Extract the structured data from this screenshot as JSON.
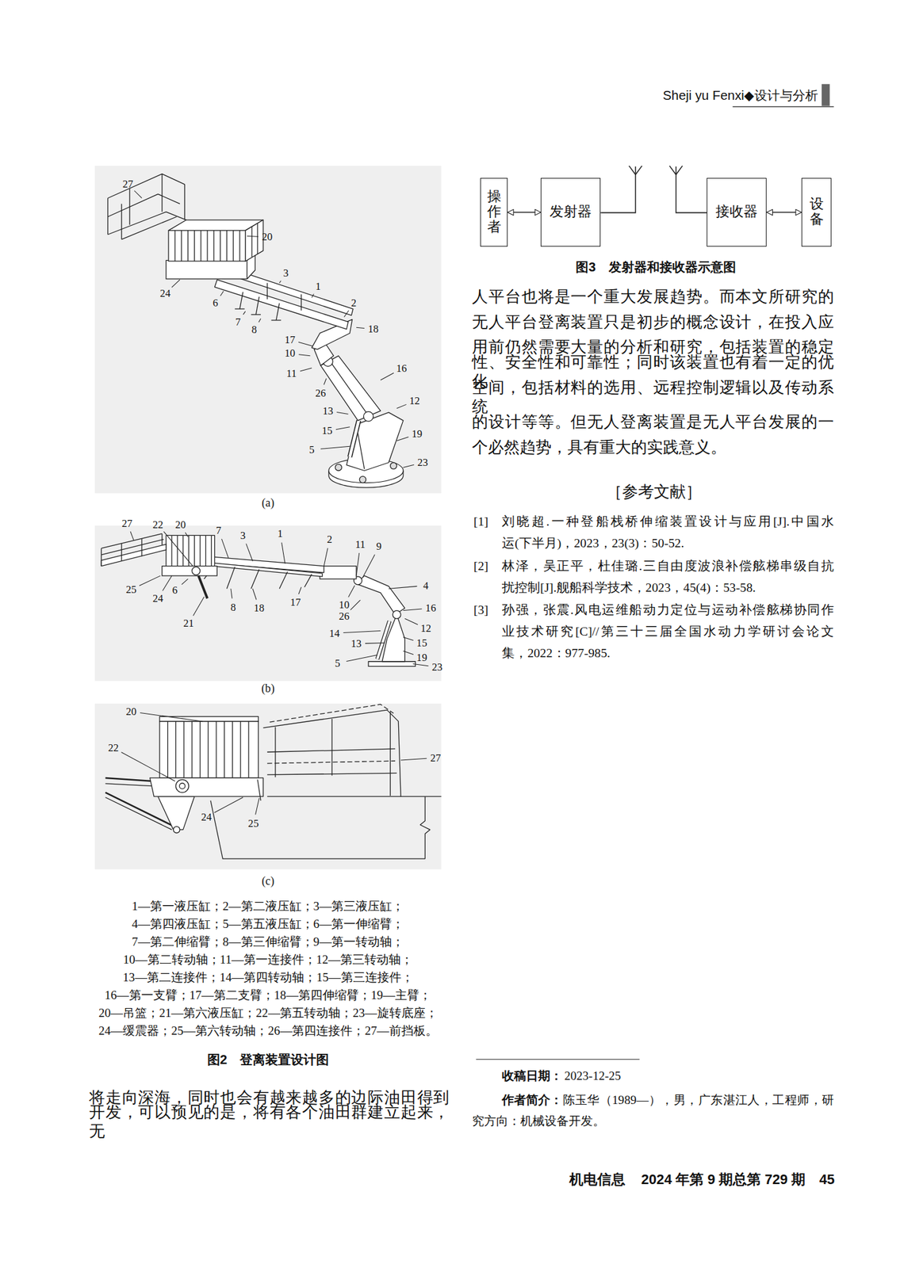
{
  "diagram": {
    "caption": "图3　发射器和接收器示意图",
    "nodes": [
      {
        "text": [
          "操作者"
        ]
      },
      {
        "text": [
          "发射器"
        ]
      },
      {
        "text": [
          "接收器"
        ]
      },
      {
        "text": [
          "设备"
        ]
      }
    ],
    "edges": [
      {
        "from": 0,
        "to": 1,
        "arrow": "both"
      },
      {
        "from": 2,
        "to": 3,
        "arrow": "both"
      }
    ],
    "labels": [
      "Sheji yu Fenxi◆设计与分析",
      "27",
      "20",
      "3",
      "1",
      "24",
      "6",
      "2",
      "7",
      "8",
      "18",
      "17",
      "10",
      "11",
      "16",
      "26",
      "12",
      "13",
      "15",
      "19",
      "5",
      "23",
      "(a)",
      "27",
      "22",
      "20",
      "7",
      "3",
      "1",
      "2",
      "11",
      "9",
      "25",
      "6",
      "24",
      "4",
      "8",
      "18",
      "17",
      "10",
      "16",
      "26",
      "21",
      "14",
      "12",
      "13",
      "15",
      "19",
      "5",
      "23",
      "(b)",
      "20",
      "22",
      "27",
      "24",
      "25",
      "(c)",
      "1—第一液压缸；2—第二液压缸；3—第三液压缸；",
      "4—第四液压缸；5—第五液压缸；6—第一伸缩臂；",
      "7—第二伸缩臂；8—第三伸缩臂；9—第一转动轴；",
      "10—第二转动轴；11—第一连接件；12—第三转动轴；",
      "13—第二连接件；14—第四转动轴；15—第三连接件；",
      "16—第一支臂；17—第二支臂；18—第四伸缩臂；19—主臂；",
      "20—吊篮；21—第六液压缸；22—第五转动轴；23—旋转底座；",
      "24—缓震器；25—第六转动轴；26—第四连接件；27—前挡板。",
      "图2　登离装置设计图",
      "将走向深海，同时也会有越来越多的边际油田得到",
      "开发，可以预见的是，将有各个油田群建立起来，无",
      "人平台也将是一个重大发展趋势。而本文所研究的",
      "无人平台登离装置只是初步的概念设计，在投入应",
      "用前仍然需要大量的分析和研究，包括装置的稳定",
      "性、安全性和可靠性；同时该装置也有着一定的优化",
      "空间，包括材料的选用、远程控制逻辑以及传动系统",
      "的设计等等。但无人登离装置是无人平台发展的一",
      "个必然趋势，具有重大的实践意义。",
      "［参考文献］",
      "[1]",
      "刘晓超.一种登船栈桥伸缩装置设计与应用[J].中国水",
      "运(下半月)，2023，23(3)：50-52.",
      "[2]",
      "林泽，吴正平，杜佳璐.三自由度波浪补偿舷梯串级自抗",
      "扰控制[J].舰船科学技术，2023，45(4)：53-58.",
      "[3]",
      "孙强，张震.风电运维船动力定位与运动补偿舷梯协同作",
      "业技术研究[C]//第三十三届全国水动力学研讨会论文",
      "集，2022：977-985.",
      "收稿日期：",
      "2023-12-25",
      "作者简介：",
      "陈玉华（1989—），男，广东湛江人，工程师，研",
      "究方向：机械设备开发。",
      "机电信息",
      "2024 年第 9 期总第 729 期",
      "45"
    ]
  }
}
